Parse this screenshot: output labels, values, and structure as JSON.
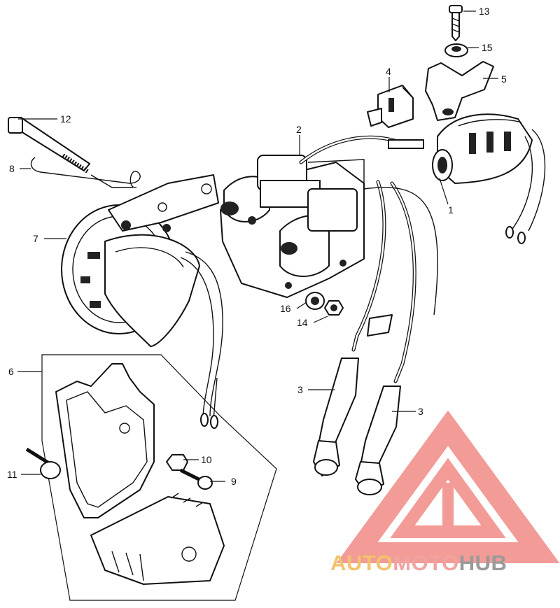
{
  "callouts": {
    "c1": "1",
    "c2": "2",
    "c3a": "3",
    "c3b": "3",
    "c4": "4",
    "c5": "5",
    "c6": "6",
    "c7": "7",
    "c8": "8",
    "c9": "9",
    "c10": "10",
    "c11": "11",
    "c12": "12",
    "c13": "13",
    "c14": "14",
    "c15": "15",
    "c16": "16"
  },
  "watermark": {
    "part1": "AUTO",
    "part2": "MOTO",
    "part3": "HUB",
    "colors": {
      "auto": "#f2c36b",
      "moto": "#f0a3a0",
      "hub": "#9a9a9a",
      "logo": "#f08a86"
    }
  }
}
